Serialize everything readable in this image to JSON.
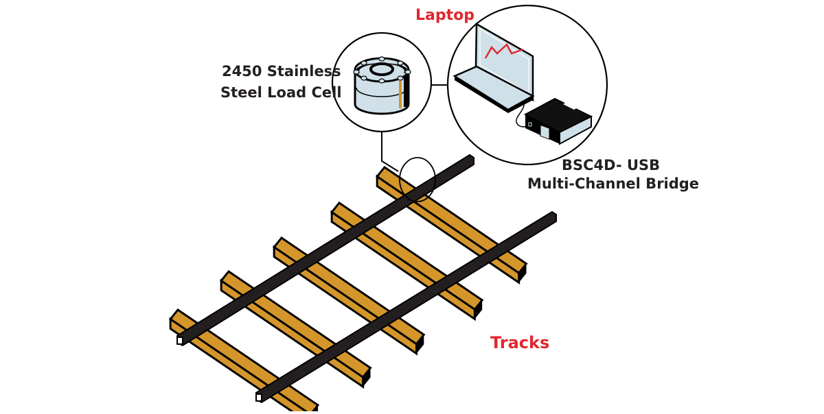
{
  "labels": {
    "laptop": "Laptop",
    "load_cell_line1": "2450 Stainless",
    "load_cell_line2": "Steel Load Cell",
    "bridge_line1": "BSC4D- USB",
    "bridge_line2": "Multi-Channel Bridge",
    "tracks": "Tracks"
  },
  "components": [
    {
      "id": "load-cell",
      "name": "2450 Stainless Steel Load Cell"
    },
    {
      "id": "laptop",
      "name": "Laptop"
    },
    {
      "id": "bridge",
      "name": "BSC4D- USB Multi-Channel Bridge"
    },
    {
      "id": "tracks",
      "name": "Tracks",
      "tie_count": 5,
      "rail_count": 2
    }
  ],
  "colors": {
    "accent_label": "#e0282e",
    "text": "#231f20",
    "tie_wood": "#d4962b",
    "rail": "#231f20",
    "metal": "#cfe0e8",
    "screen_graph": "#e0282e",
    "stripe": "#d4962b"
  }
}
